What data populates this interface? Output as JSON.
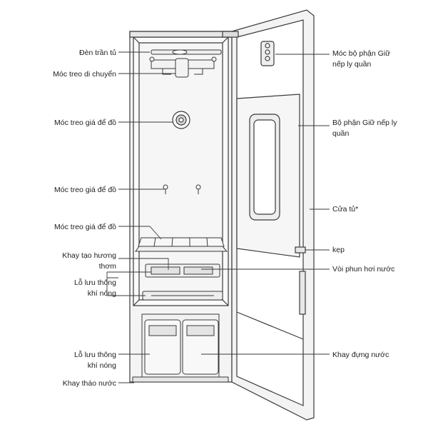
{
  "labels_left": [
    {
      "id": "den-tran-tu",
      "lines": [
        "Đèn trần tủ"
      ]
    },
    {
      "id": "moc-treo-di-chuyen",
      "lines": [
        "Móc treo di chuyển"
      ]
    },
    {
      "id": "moc-treo-gia-1",
      "lines": [
        "Móc treo giá để đồ"
      ]
    },
    {
      "id": "moc-treo-gia-2",
      "lines": [
        "Móc treo giá để đồ"
      ]
    },
    {
      "id": "moc-treo-gia-3",
      "lines": [
        "Móc treo giá để đồ"
      ]
    },
    {
      "id": "khay-tao-huong-thom",
      "lines": [
        "Khay tạo hương",
        "thơm"
      ]
    },
    {
      "id": "lo-luu-thong-1",
      "lines": [
        "Lỗ lưu thông",
        "khí nóng"
      ]
    },
    {
      "id": "lo-luu-thong-2",
      "lines": [
        "Lỗ lưu thông",
        "khí nóng"
      ]
    },
    {
      "id": "khay-thao-nuoc",
      "lines": [
        "Khay tháo nước"
      ]
    }
  ],
  "labels_right": [
    {
      "id": "moc-bo-phan-giu",
      "lines": [
        "Móc bộ phận Giữ",
        "nếp ly quần"
      ]
    },
    {
      "id": "bo-phan-giu",
      "lines": [
        "Bộ phận Giữ nếp ly",
        "quần"
      ]
    },
    {
      "id": "cua-tu",
      "lines": [
        "Cửa tủ*"
      ]
    },
    {
      "id": "kep",
      "lines": [
        "kẹp"
      ]
    },
    {
      "id": "voi-phun",
      "lines": [
        "Vòi phun hơi nước"
      ]
    },
    {
      "id": "khay-dung-nuoc",
      "lines": [
        "Khay đựng nước"
      ]
    }
  ],
  "colors": {
    "line": "#3a3a3a",
    "panel": "#f1f1f1",
    "panel_dark": "#dcdcdc",
    "text": "#222222"
  }
}
